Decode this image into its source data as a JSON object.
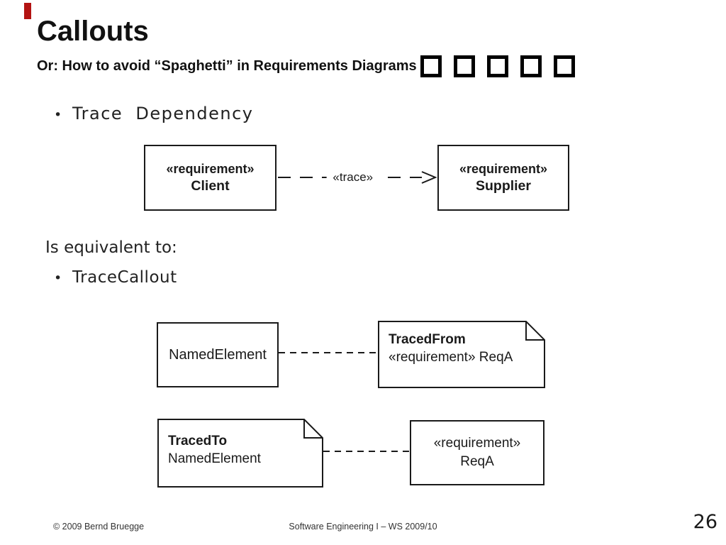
{
  "page": {
    "title": "Callouts",
    "subtitle": "Or: How to avoid “Spaghetti” in Requirements Diagrams",
    "missing_glyph_count": 5,
    "accent_color": "#b31312"
  },
  "bullets": {
    "bullet_glyph": "•",
    "trace_dependency": "Trace  Dependency",
    "equivalent_line": "Is equivalent to:",
    "trace_callout": "TraceCallout"
  },
  "diagram1": {
    "client": {
      "stereotype": "«requirement»",
      "name": "Client"
    },
    "trace_label": "«trace»",
    "supplier": {
      "stereotype": "«requirement»",
      "name": "Supplier"
    }
  },
  "diagram2": {
    "element": {
      "name": "NamedElement"
    },
    "note": {
      "title": "TracedFrom",
      "body": "«requirement» ReqA"
    }
  },
  "diagram3": {
    "note": {
      "title": "TracedTo",
      "body": "NamedElement"
    },
    "requirement": {
      "stereotype": "«requirement»",
      "name": "ReqA"
    }
  },
  "footer": {
    "copyright": "© 2009 Bernd Bruegge",
    "course": "Software Engineering I – WS 2009/10",
    "page_number": "26"
  }
}
